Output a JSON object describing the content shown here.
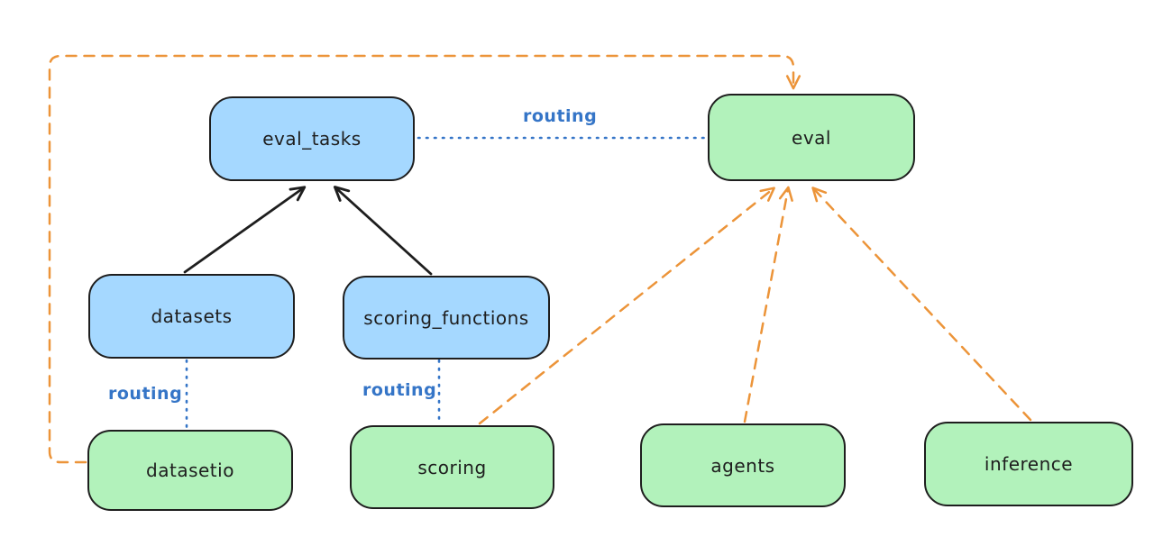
{
  "diagram": {
    "title": "",
    "colors": {
      "node_blue_fill": "#a5d8ff",
      "node_green_fill": "#b2f2bb",
      "node_stroke": "#1e1e1e",
      "solid_arrow": "#1e1e1e",
      "routing_blue": "#3575c7",
      "dashed_orange": "#ec9439",
      "background": "#ffffff"
    },
    "nodes": [
      {
        "id": "eval_tasks",
        "label": "eval_tasks",
        "fill": "#a5d8ff"
      },
      {
        "id": "eval",
        "label": "eval",
        "fill": "#b2f2bb"
      },
      {
        "id": "datasets",
        "label": "datasets",
        "fill": "#a5d8ff"
      },
      {
        "id": "scoring_functions",
        "label": "scoring_functions",
        "fill": "#a5d8ff"
      },
      {
        "id": "datasetio",
        "label": "datasetio",
        "fill": "#b2f2bb"
      },
      {
        "id": "scoring",
        "label": "scoring",
        "fill": "#b2f2bb"
      },
      {
        "id": "agents",
        "label": "agents",
        "fill": "#b2f2bb"
      },
      {
        "id": "inference",
        "label": "inference",
        "fill": "#b2f2bb"
      }
    ],
    "edges": [
      {
        "from": "datasets",
        "to": "eval_tasks",
        "style": "solid",
        "color": "#1e1e1e",
        "arrow": true,
        "label": ""
      },
      {
        "from": "scoring_functions",
        "to": "eval_tasks",
        "style": "solid",
        "color": "#1e1e1e",
        "arrow": true,
        "label": ""
      },
      {
        "from": "eval_tasks",
        "to": "eval",
        "style": "dotted",
        "color": "#3575c7",
        "arrow": false,
        "label": "routing"
      },
      {
        "from": "datasets",
        "to": "datasetio",
        "style": "dotted",
        "color": "#3575c7",
        "arrow": false,
        "label": "routing"
      },
      {
        "from": "scoring_functions",
        "to": "scoring",
        "style": "dotted",
        "color": "#3575c7",
        "arrow": false,
        "label": "routing"
      },
      {
        "from": "scoring",
        "to": "eval",
        "style": "dashed",
        "color": "#ec9439",
        "arrow": true,
        "label": ""
      },
      {
        "from": "agents",
        "to": "eval",
        "style": "dashed",
        "color": "#ec9439",
        "arrow": true,
        "label": ""
      },
      {
        "from": "inference",
        "to": "eval",
        "style": "dashed",
        "color": "#ec9439",
        "arrow": true,
        "label": ""
      },
      {
        "from": "datasetio",
        "to": "eval",
        "style": "dashed",
        "color": "#ec9439",
        "arrow": true,
        "label": "",
        "route": "left-top-loop"
      }
    ],
    "edge_labels": [
      {
        "text": "routing"
      },
      {
        "text": "routing"
      },
      {
        "text": "routing"
      }
    ]
  }
}
